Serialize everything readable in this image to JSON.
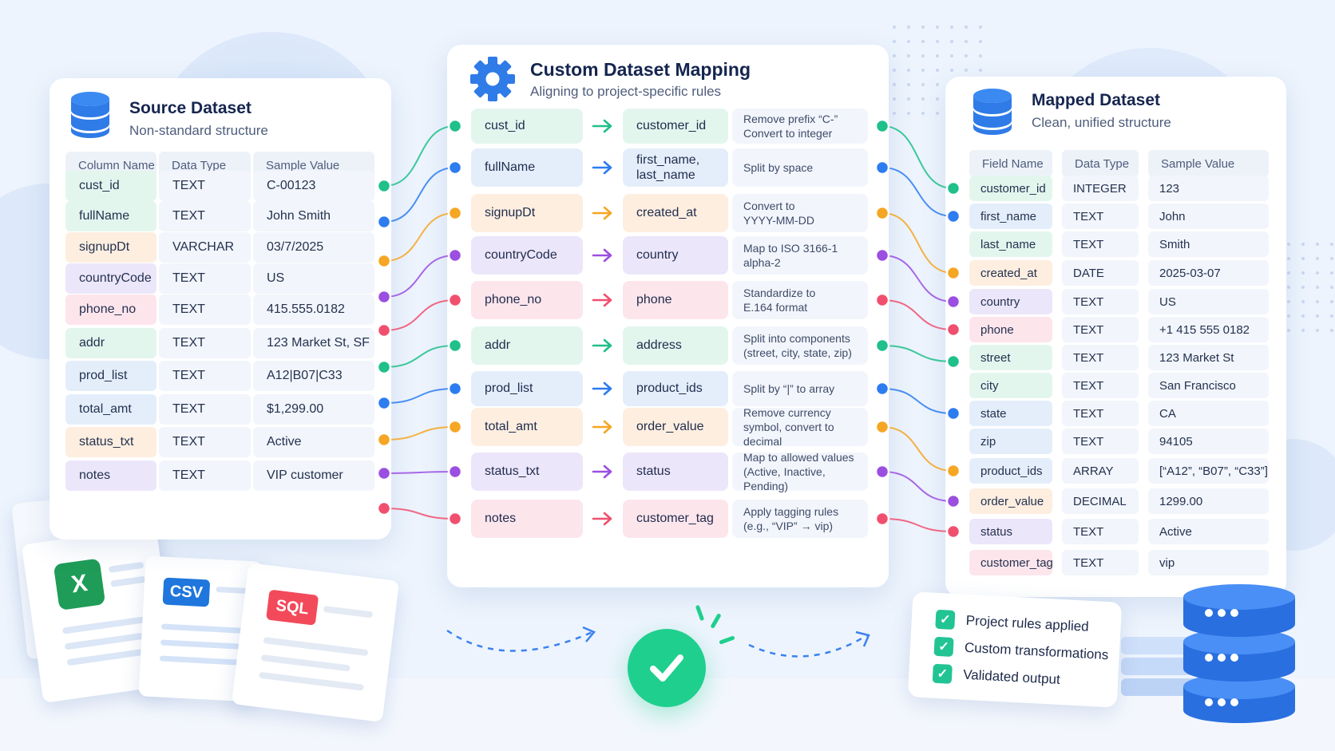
{
  "source": {
    "title": "Source Dataset",
    "subtitle": "Non-standard structure",
    "headers": [
      "Column Name",
      "Data Type",
      "Sample Value"
    ],
    "rows": [
      {
        "name": "cust_id",
        "type": "TEXT",
        "sample": "C-00123",
        "color": "#e3f6ee"
      },
      {
        "name": "fullName",
        "type": "TEXT",
        "sample": "John  Smith",
        "color": "#e3f6ee"
      },
      {
        "name": "signupDt",
        "type": "VARCHAR",
        "sample": "03/7/2025",
        "color": "#fdeee0"
      },
      {
        "name": "countryCode",
        "type": "TEXT",
        "sample": "US",
        "color": "#ece6fb"
      },
      {
        "name": "phone_no",
        "type": "TEXT",
        "sample": "415.555.0182",
        "color": "#fde5ec"
      },
      {
        "name": "addr",
        "type": "TEXT",
        "sample": "123 Market St, SF",
        "color": "#e3f6ee"
      },
      {
        "name": "prod_list",
        "type": "TEXT",
        "sample": "A12|B07|C33",
        "color": "#e4eefb"
      },
      {
        "name": "total_amt",
        "type": "TEXT",
        "sample": "$1,299.00",
        "color": "#e4eefb"
      },
      {
        "name": "status_txt",
        "type": "TEXT",
        "sample": "Active",
        "color": "#fdeee0"
      },
      {
        "name": "notes",
        "type": "TEXT",
        "sample": "VIP customer",
        "color": "#ece6fb"
      }
    ]
  },
  "mapping": {
    "title": "Custom Dataset Mapping",
    "subtitle": "Aligning to project-specific rules",
    "rows": [
      {
        "src": "cust_id",
        "dst": "customer_id",
        "rule": "Remove prefix “C-”\nConvert to integer",
        "color": "#e3f6ee",
        "accent": "#1fc08a"
      },
      {
        "src": "fullName",
        "dst": "first_name,\nlast_name",
        "rule": "Split by space",
        "color": "#e4eefb",
        "accent": "#2d7cf0"
      },
      {
        "src": "signupDt",
        "dst": "created_at",
        "rule": "Convert to\nYYYY-MM-DD",
        "color": "#fdeee0",
        "accent": "#f5a623"
      },
      {
        "src": "countryCode",
        "dst": "country",
        "rule": "Map to ISO 3166-1\nalpha-2",
        "color": "#ece6fb",
        "accent": "#9b4fe0"
      },
      {
        "src": "phone_no",
        "dst": "phone",
        "rule": "Standardize to\nE.164 format",
        "color": "#fde5ec",
        "accent": "#f0506e"
      },
      {
        "src": "addr",
        "dst": "address",
        "rule": "Split into components\n(street, city, state, zip)",
        "color": "#e3f6ee",
        "accent": "#1fc08a"
      },
      {
        "src": "prod_list",
        "dst": "product_ids",
        "rule": "Split by “|” to array",
        "color": "#e4eefb",
        "accent": "#2d7cf0"
      },
      {
        "src": "total_amt",
        "dst": "order_value",
        "rule": "Remove currency\nsymbol, convert to decimal",
        "color": "#fdeee0",
        "accent": "#f5a623"
      },
      {
        "src": "status_txt",
        "dst": "status",
        "rule": "Map to allowed values\n(Active, Inactive, Pending)",
        "color": "#ece6fb",
        "accent": "#9b4fe0"
      },
      {
        "src": "notes",
        "dst": "customer_tag",
        "rule": "Apply tagging rules\n(e.g., “VIP” → vip)",
        "color": "#fde5ec",
        "accent": "#f0506e"
      }
    ]
  },
  "mapped": {
    "title": "Mapped Dataset",
    "subtitle": "Clean, unified structure",
    "headers": [
      "Field Name",
      "Data Type",
      "Sample Value"
    ],
    "rows": [
      {
        "name": "customer_id",
        "type": "INTEGER",
        "sample": "123",
        "color": "#e3f6ee"
      },
      {
        "name": "first_name",
        "type": "TEXT",
        "sample": "John",
        "color": "#e4eefb"
      },
      {
        "name": "last_name",
        "type": "TEXT",
        "sample": "Smith",
        "color": "#e3f6ee"
      },
      {
        "name": "created_at",
        "type": "DATE",
        "sample": "2025-03-07",
        "color": "#fdeee0"
      },
      {
        "name": "country",
        "type": "TEXT",
        "sample": "US",
        "color": "#ece6fb"
      },
      {
        "name": "phone",
        "type": "TEXT",
        "sample": "+1 415 555 0182",
        "color": "#fde5ec"
      },
      {
        "name": "street",
        "type": "TEXT",
        "sample": "123 Market St",
        "color": "#e3f6ee"
      },
      {
        "name": "city",
        "type": "TEXT",
        "sample": "San Francisco",
        "color": "#e3f6ee"
      },
      {
        "name": "state",
        "type": "TEXT",
        "sample": "CA",
        "color": "#e4eefb"
      },
      {
        "name": "zip",
        "type": "TEXT",
        "sample": "94105",
        "color": "#e4eefb"
      },
      {
        "name": "product_ids",
        "type": "ARRAY",
        "sample": "[“A12”, “B07”, “C33”]",
        "color": "#e4eefb"
      },
      {
        "name": "order_value",
        "type": "DECIMAL",
        "sample": "1299.00",
        "color": "#fdeee0"
      },
      {
        "name": "status",
        "type": "TEXT",
        "sample": "Active",
        "color": "#ece6fb"
      },
      {
        "name": "customer_tag",
        "type": "TEXT",
        "sample": "vip",
        "color": "#fde5ec"
      }
    ]
  },
  "file_badges": {
    "excel": "X",
    "csv": "CSV",
    "sql": "SQL"
  },
  "checklist": [
    "Project rules applied",
    "Custom transformations",
    "Validated output"
  ],
  "colors": {
    "green": "#1fc08a",
    "blue": "#2d7cf0",
    "orange": "#f5a623",
    "purple": "#9b4fe0",
    "pink": "#f0506e",
    "navy": "#15254f"
  }
}
